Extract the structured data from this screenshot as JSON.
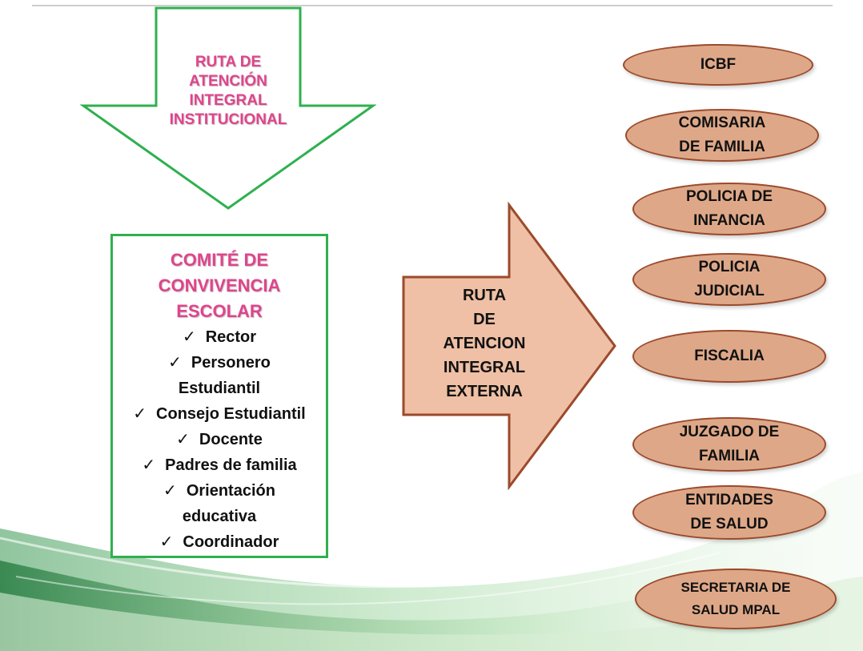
{
  "internal_route": {
    "lines": [
      "RUTA DE",
      "ATENCIÓN",
      "INTEGRAL",
      "INSTITUCIONAL"
    ],
    "text_color": "#e0448c",
    "border_color": "#2fb04f"
  },
  "committee": {
    "title_lines": [
      "COMITÉ DE",
      "CONVIVENCIA",
      "ESCOLAR"
    ],
    "check_glyph": "✓",
    "members": [
      {
        "lines": [
          "Rector"
        ]
      },
      {
        "lines": [
          "Personero",
          "Estudiantil"
        ]
      },
      {
        "lines": [
          "Consejo Estudiantil"
        ]
      },
      {
        "lines": [
          "Docente"
        ]
      },
      {
        "lines": [
          "Padres de familia"
        ]
      },
      {
        "lines": [
          "Orientación",
          "educativa"
        ]
      },
      {
        "lines": [
          "Coordinador"
        ]
      }
    ]
  },
  "external_route": {
    "lines": [
      "RUTA",
      "DE",
      "ATENCION",
      "INTEGRAL",
      "EXTERNA"
    ],
    "fill_color": "#efc0a5",
    "border_color": "#9b4a2c"
  },
  "entities": [
    {
      "lines": [
        "ICBF"
      ]
    },
    {
      "lines": [
        "COMISARIA",
        "DE FAMILIA"
      ]
    },
    {
      "lines": [
        "POLICIA DE",
        "INFANCIA"
      ]
    },
    {
      "lines": [
        "POLICIA",
        "JUDICIAL"
      ]
    },
    {
      "lines": [
        "FISCALIA"
      ]
    },
    {
      "lines": [
        "JUZGADO DE",
        "FAMILIA"
      ]
    },
    {
      "lines": [
        "ENTIDADES",
        "DE SALUD"
      ]
    },
    {
      "lines": [
        "SECRETARIA DE",
        "SALUD MPAL"
      ]
    }
  ],
  "colors": {
    "oval_fill": "#dea888",
    "oval_border": "#9b4a2c",
    "accent_green": "#2fb04f",
    "accent_pink": "#e0448c"
  }
}
